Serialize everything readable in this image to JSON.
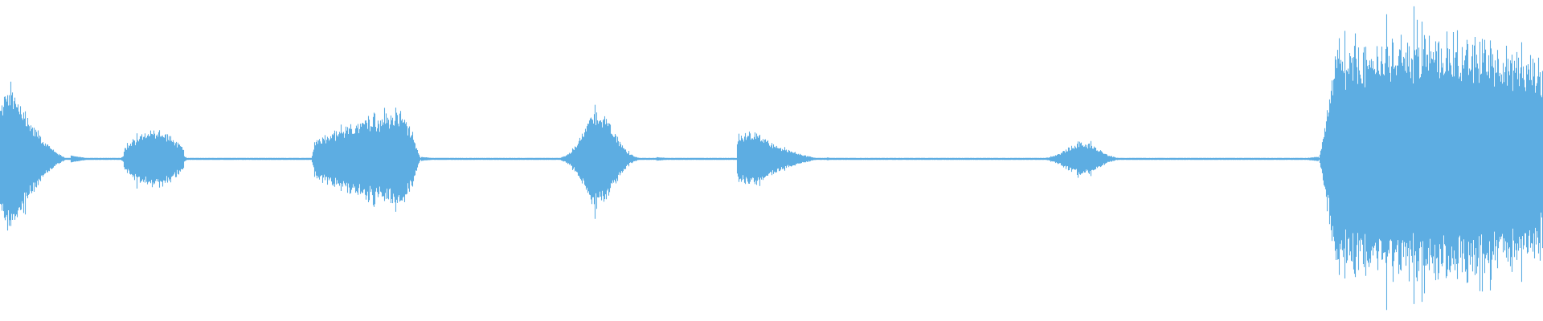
{
  "waveform": {
    "color": "#5dade2",
    "background": "#ffffff",
    "bursts": [
      {
        "start": 0.0,
        "end": 0.045,
        "peak": 0.52,
        "shape": "decay"
      },
      {
        "start": 0.078,
        "end": 0.121,
        "peak": 0.16,
        "shape": "flat"
      },
      {
        "start": 0.202,
        "end": 0.272,
        "peak": 0.3,
        "shape": "swell"
      },
      {
        "start": 0.364,
        "end": 0.425,
        "peak": 0.27,
        "shape": "peak"
      },
      {
        "start": 0.478,
        "end": 0.535,
        "peak": 0.2,
        "shape": "decay"
      },
      {
        "start": 0.675,
        "end": 0.74,
        "peak": 0.09,
        "shape": "peak"
      },
      {
        "start": 0.855,
        "end": 1.0,
        "peak": 0.65,
        "shape": "sustain"
      }
    ],
    "noise_floor": 0.006
  }
}
